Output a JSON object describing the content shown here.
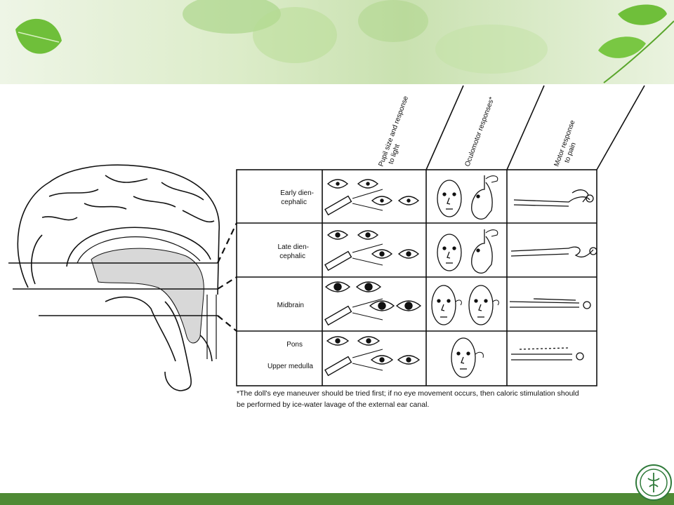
{
  "columns": {
    "pupil": [
      "Pupil size and response",
      "to light"
    ],
    "oculomotor": [
      "Oculomotor responses*"
    ],
    "motor": [
      "Motor response",
      "to pain"
    ]
  },
  "rows": [
    {
      "label": [
        "Early dien-",
        "cephalic"
      ]
    },
    {
      "label": [
        "Late dien-",
        "cephalic"
      ]
    },
    {
      "label": [
        "Midbrain"
      ]
    },
    {
      "label": [
        "Pons",
        "Upper medulla"
      ]
    }
  ],
  "footnote": [
    "*The doll's eye maneuver should be tried first; if no eye movement occurs, then caloric stimulation should",
    "be performed by ice-water lavage of the external ear canal."
  ],
  "colors": {
    "banner_green": "#6fbf3a",
    "footer_green": "#4f8a35",
    "ink": "#111111"
  }
}
